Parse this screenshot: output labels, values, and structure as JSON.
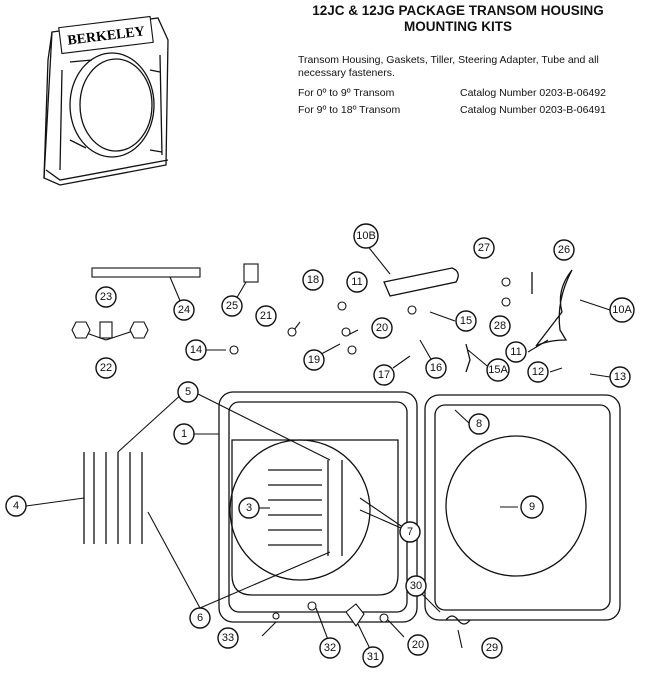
{
  "header": {
    "title_line1": "12JC & 12JG PACKAGE TRANSOM HOUSING",
    "title_line2": "MOUNTING KITS"
  },
  "description": "Transom Housing, Gaskets, Tiller, Steering Adapter, Tube and all necessary fasteners.",
  "kits": [
    {
      "range": "For 0º to 9º Transom",
      "catalog": "Catalog Number 0203-B-06492"
    },
    {
      "range": "For 9º to 18º Transom",
      "catalog": "Catalog Number 0203-B-06491"
    }
  ],
  "product_image": {
    "brand": "BERKELEY"
  },
  "callouts": {
    "c1": "1",
    "c3": "3",
    "c4": "4",
    "c5": "5",
    "c6": "6",
    "c7": "7",
    "c8": "8",
    "c9": "9",
    "c10a": "10A",
    "c10b": "10B",
    "c11a": "11",
    "c11b": "11",
    "c12": "12",
    "c13": "13",
    "c14": "14",
    "c15": "15",
    "c15a": "15A",
    "c16": "16",
    "c17": "17",
    "c18": "18",
    "c19": "19",
    "c20a": "20",
    "c20b": "20",
    "c21": "21",
    "c22": "22",
    "c23": "23",
    "c24": "24",
    "c25": "25",
    "c26": "26",
    "c27": "27",
    "c28": "28",
    "c29": "29",
    "c30": "30",
    "c31": "31",
    "c32": "32",
    "c33": "33"
  }
}
